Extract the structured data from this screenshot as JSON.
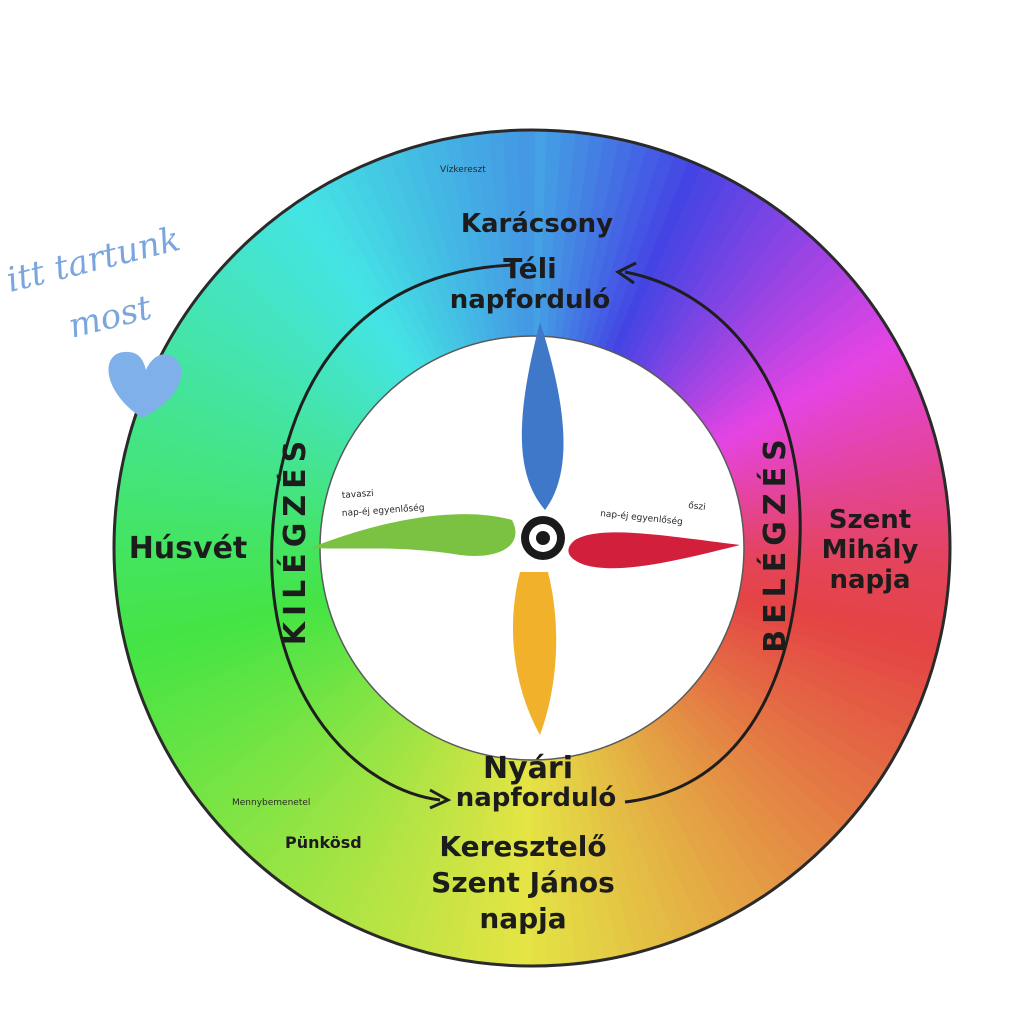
{
  "note": {
    "line1": "itt tartunk",
    "line2": "most"
  },
  "outer_labels": {
    "top_small": "Vízkereszt",
    "christmas": "Karácsony",
    "easter": "Húsvét",
    "michael_1": "Szent",
    "michael_2": "Mihály",
    "michael_3": "napja",
    "ascension": "Mennybemenetel",
    "pentecost": "Pünkösd",
    "john_1": "Keresztelő",
    "john_2": "Szent János",
    "john_3": "napja"
  },
  "ring_labels": {
    "winter_1": "Téli",
    "winter_2": "napforduló",
    "summer_1": "Nyári",
    "summer_2": "napforduló",
    "exhale": "KILÉGZÉS",
    "inhale": "BELÉGZÉS"
  },
  "inner_labels": {
    "spring_1": "tavaszi",
    "spring_2": "nap-éj egyenlőség",
    "autumn_1": "őszi",
    "autumn_2": "nap-éj egyenlőség"
  },
  "colors": {
    "heart": "#7fb0ea",
    "petal_top": "#3f78c8",
    "petal_left": "#7cc242",
    "petal_right": "#d21f3c",
    "petal_bottom": "#f2b12a"
  }
}
